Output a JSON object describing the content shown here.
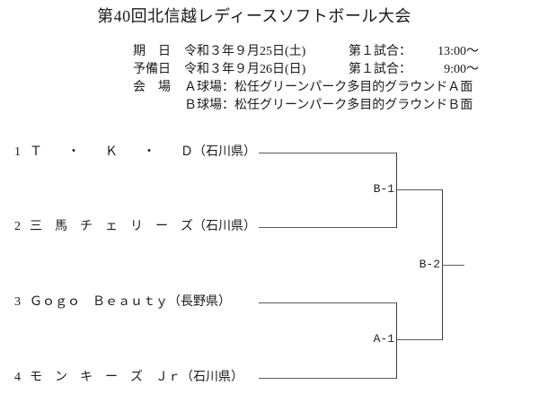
{
  "title": "第40回北信越レディースソフトボール大会",
  "info": {
    "rows": [
      {
        "label": "期　日",
        "value": "令和３年９月25日(土)",
        "game": "第１試合：",
        "time": "13:00～"
      },
      {
        "label": "予備日",
        "value": "令和３年９月26日(日)",
        "game": "第１試合：",
        "time": "9:00～"
      },
      {
        "label": "会　場",
        "value": "Ａ球場：松任グリーンパーク多目的グラウンドＡ面",
        "game": "",
        "time": ""
      },
      {
        "label": "",
        "value": "Ｂ球場：松任グリーンパーク多目的グラウンドＢ面",
        "game": "",
        "time": ""
      }
    ]
  },
  "bracket": {
    "teams": [
      {
        "seed": "1",
        "name": "Ｔ　　・　　Ｋ　　・　　Ｄ",
        "prefecture": "（石川県）"
      },
      {
        "seed": "2",
        "name": "三　馬　チ　ェ　リ　ー　ズ",
        "prefecture": "（石川県）"
      },
      {
        "seed": "3",
        "name": "Ｇｏｇｏ　Ｂｅａｕｔｙ",
        "prefecture": "（長野県）"
      },
      {
        "seed": "4",
        "name": "モ　ン　キ　ー　ズ　Ｊｒ",
        "prefecture": "（石川県）"
      }
    ],
    "matches": {
      "semifinal_top": "B-1",
      "semifinal_bottom": "A-1",
      "final": "B-2"
    }
  },
  "colors": {
    "background": "#ffffff",
    "text": "#1a1a1a",
    "line": "#555555"
  }
}
